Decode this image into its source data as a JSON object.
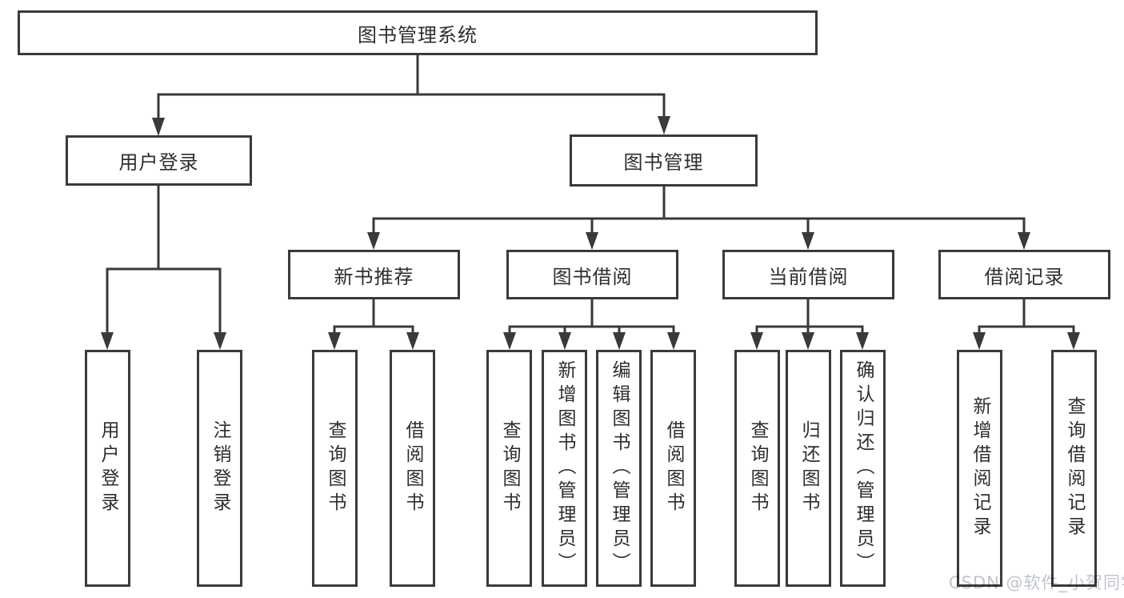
{
  "tree": {
    "root": {
      "label": "图书管理系统"
    },
    "user_branch": {
      "label": "用户登录",
      "children": [
        {
          "label": "用户登录"
        },
        {
          "label": "注销登录"
        }
      ]
    },
    "management_branch": {
      "label": "图书管理",
      "sections": [
        {
          "label": "新书推荐",
          "children": [
            {
              "label": "查询图书"
            },
            {
              "label": "借阅图书"
            }
          ]
        },
        {
          "label": "图书借阅",
          "children": [
            {
              "label": "查询图书"
            },
            {
              "label": "新增图书（管理员）"
            },
            {
              "label": "编辑图书（管理员）"
            },
            {
              "label": "借阅图书"
            }
          ]
        },
        {
          "label": "当前借阅",
          "children": [
            {
              "label": "查询图书"
            },
            {
              "label": "归还图书"
            },
            {
              "label": "确认归还（管理员）"
            }
          ]
        },
        {
          "label": "借阅记录",
          "children": [
            {
              "label": "新增借阅记录"
            },
            {
              "label": "查询借阅记录"
            }
          ]
        }
      ]
    }
  },
  "watermark": {
    "text": "CSDN @软件_小贺同学"
  },
  "colors": {
    "line": "#3a3a3a",
    "box_border": "#3a3a3a",
    "box_fill": "#ffffff",
    "text": "#2e2e2e",
    "watermark": "#c0c4ce",
    "background": "#ffffff"
  }
}
